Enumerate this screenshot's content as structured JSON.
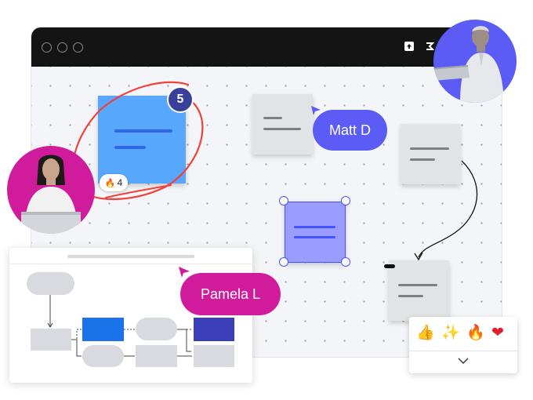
{
  "board": {
    "note_count_badge": "5",
    "fire_reaction_count": "4"
  },
  "collaborators": {
    "matt": {
      "name": "Matt D",
      "color": "#5b5bf6"
    },
    "pamela": {
      "name": "Pamela L",
      "color": "#d01c9c"
    }
  },
  "reactions": {
    "items": [
      {
        "icon": "thumbs-up-icon",
        "glyph": "👍"
      },
      {
        "icon": "sparkles-icon",
        "glyph": "✨"
      },
      {
        "icon": "fire-icon",
        "glyph": "🔥"
      },
      {
        "icon": "heart-icon",
        "glyph": "❤"
      }
    ],
    "fire_glyph": "🔥"
  },
  "colors": {
    "accent": "#4353ff",
    "selected_note": "#9b9cff",
    "blue_note": "#57a7ff",
    "grey_note": "#e2e3e6",
    "annotation": "#f2403a"
  }
}
